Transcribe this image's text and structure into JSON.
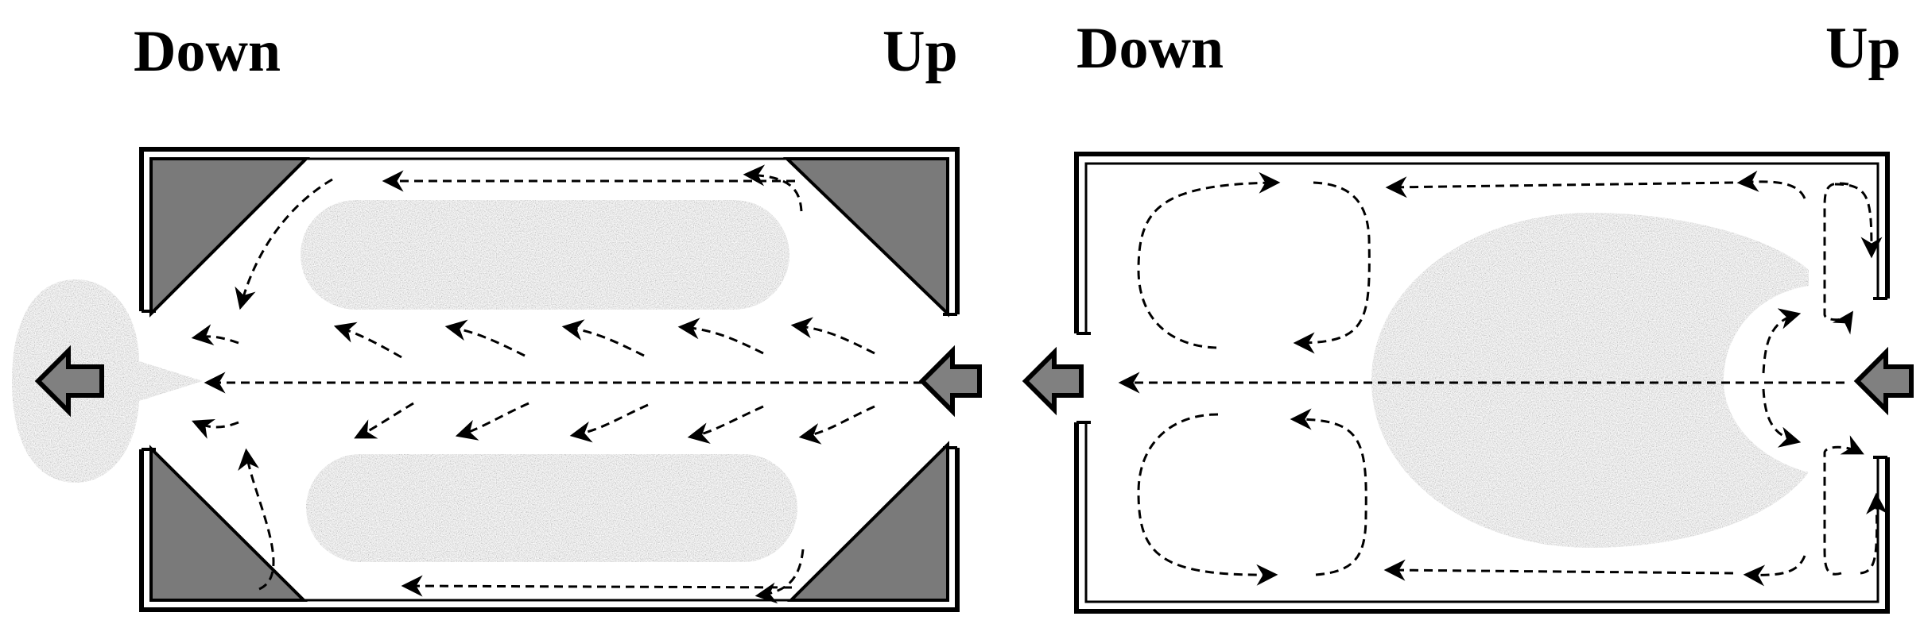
{
  "labels": {
    "left_down": "Down",
    "left_up": "Up",
    "right_down": "Down",
    "right_up": "Up"
  },
  "colors": {
    "speckle_base": "#9a9a9a",
    "corner_fill": "#7a7a7a",
    "arrow_fill": "#808080",
    "line": "#000000"
  }
}
